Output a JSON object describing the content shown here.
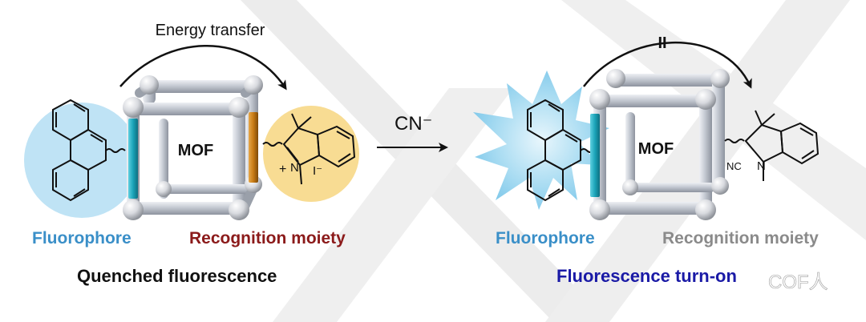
{
  "left": {
    "arrow_label": "Energy transfer",
    "mof": "MOF",
    "fluorophore": "Fluorophore",
    "recognition": "Recognition moiety",
    "caption": "Quenched fluorescence",
    "charge_plus": "+",
    "nitrogen": "N",
    "iodide": "I⁻"
  },
  "middle": {
    "reagent": "CN⁻"
  },
  "right": {
    "blocked_mark": "II",
    "mof": "MOF",
    "fluorophore": "Fluorophore",
    "recognition": "Recognition moiety",
    "caption": "Fluorescence turn-on",
    "cn_group": "NC",
    "nitrogen": "N"
  },
  "watermark": "COF人",
  "colors": {
    "fluorophore_blue": "#3a8fc8",
    "recognition_red": "#8b1a1a",
    "recognition_grey": "#8a8a8a",
    "caption_dark": "#111111",
    "caption_blue": "#1a1aa6",
    "teal_linker": "#1aa3b8",
    "orange_linker": "#c77a14",
    "blue_halo": "#bfe3f5",
    "yellow_halo": "#f8dc93"
  }
}
